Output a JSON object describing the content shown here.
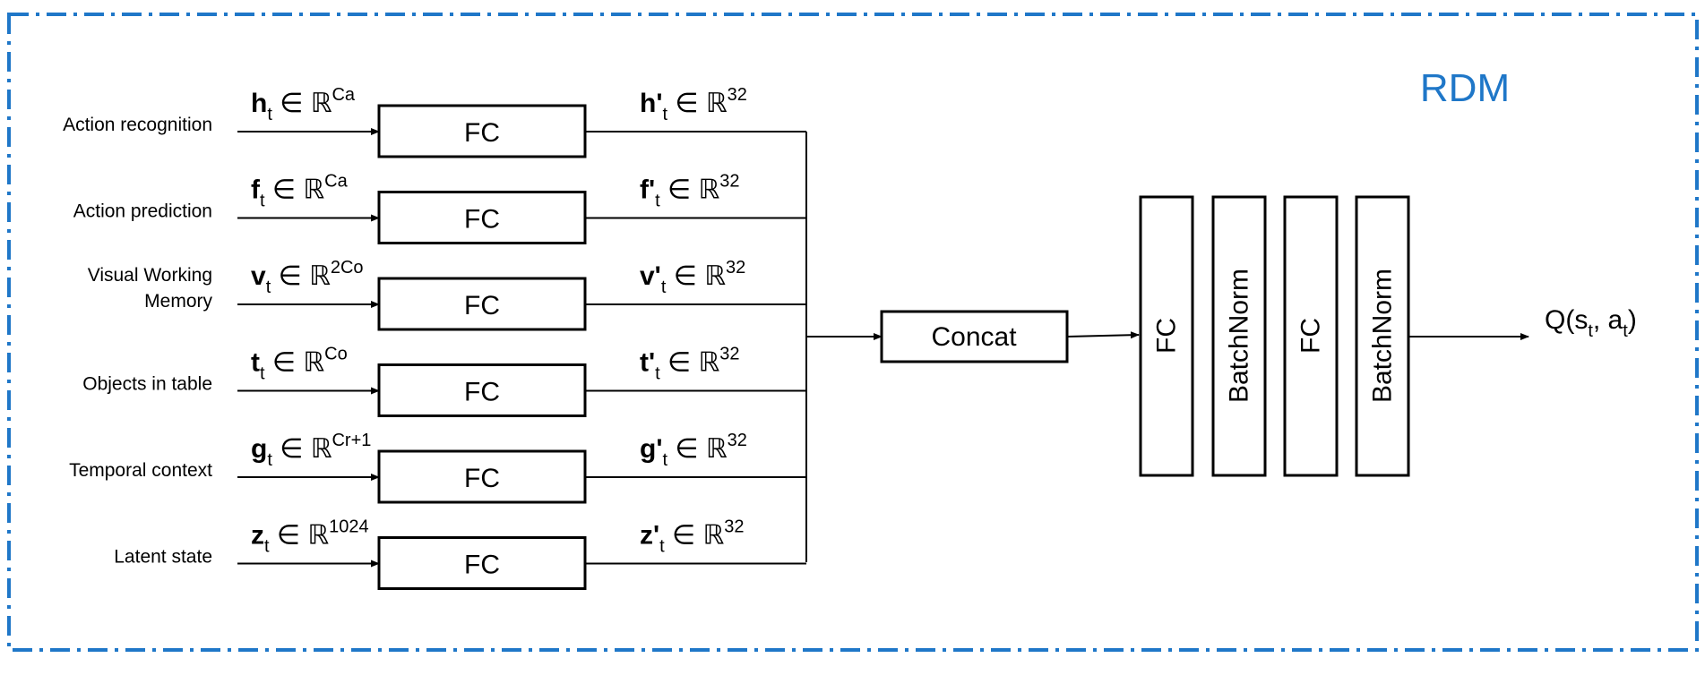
{
  "container": {
    "title": "RDM",
    "border_color": "#1F77C8"
  },
  "inputs": [
    {
      "label_lines": [
        "Action recognition"
      ],
      "var": "h",
      "dim": "Ca",
      "box": "FC",
      "out_var": "h'",
      "out_dim": "32"
    },
    {
      "label_lines": [
        "Action prediction"
      ],
      "var": "f",
      "dim": "Ca",
      "box": "FC",
      "out_var": "f'",
      "out_dim": "32"
    },
    {
      "label_lines": [
        "Visual Working",
        "Memory"
      ],
      "var": "v",
      "dim": "2Co",
      "box": "FC",
      "out_var": "v'",
      "out_dim": "32"
    },
    {
      "label_lines": [
        "Objects in table"
      ],
      "var": "t",
      "dim": "Co",
      "box": "FC",
      "out_var": "t'",
      "out_dim": "32"
    },
    {
      "label_lines": [
        "Temporal context"
      ],
      "var": "g",
      "dim": "Cr+1",
      "box": "FC",
      "out_var": "g'",
      "out_dim": "32"
    },
    {
      "label_lines": [
        "Latent state"
      ],
      "var": "z",
      "dim": "1024",
      "box": "FC",
      "out_var": "z'",
      "out_dim": "32"
    }
  ],
  "symbols": {
    "subscript": "t",
    "element_of": "∈",
    "reals": "ℝ"
  },
  "concat_label": "Concat",
  "head_layers": [
    "FC",
    "BatchNorm",
    "FC",
    "BatchNorm"
  ],
  "output": {
    "prefix": "Q(s",
    "sub1": "t",
    "mid": ", a",
    "sub2": "t",
    "suffix": ")"
  }
}
